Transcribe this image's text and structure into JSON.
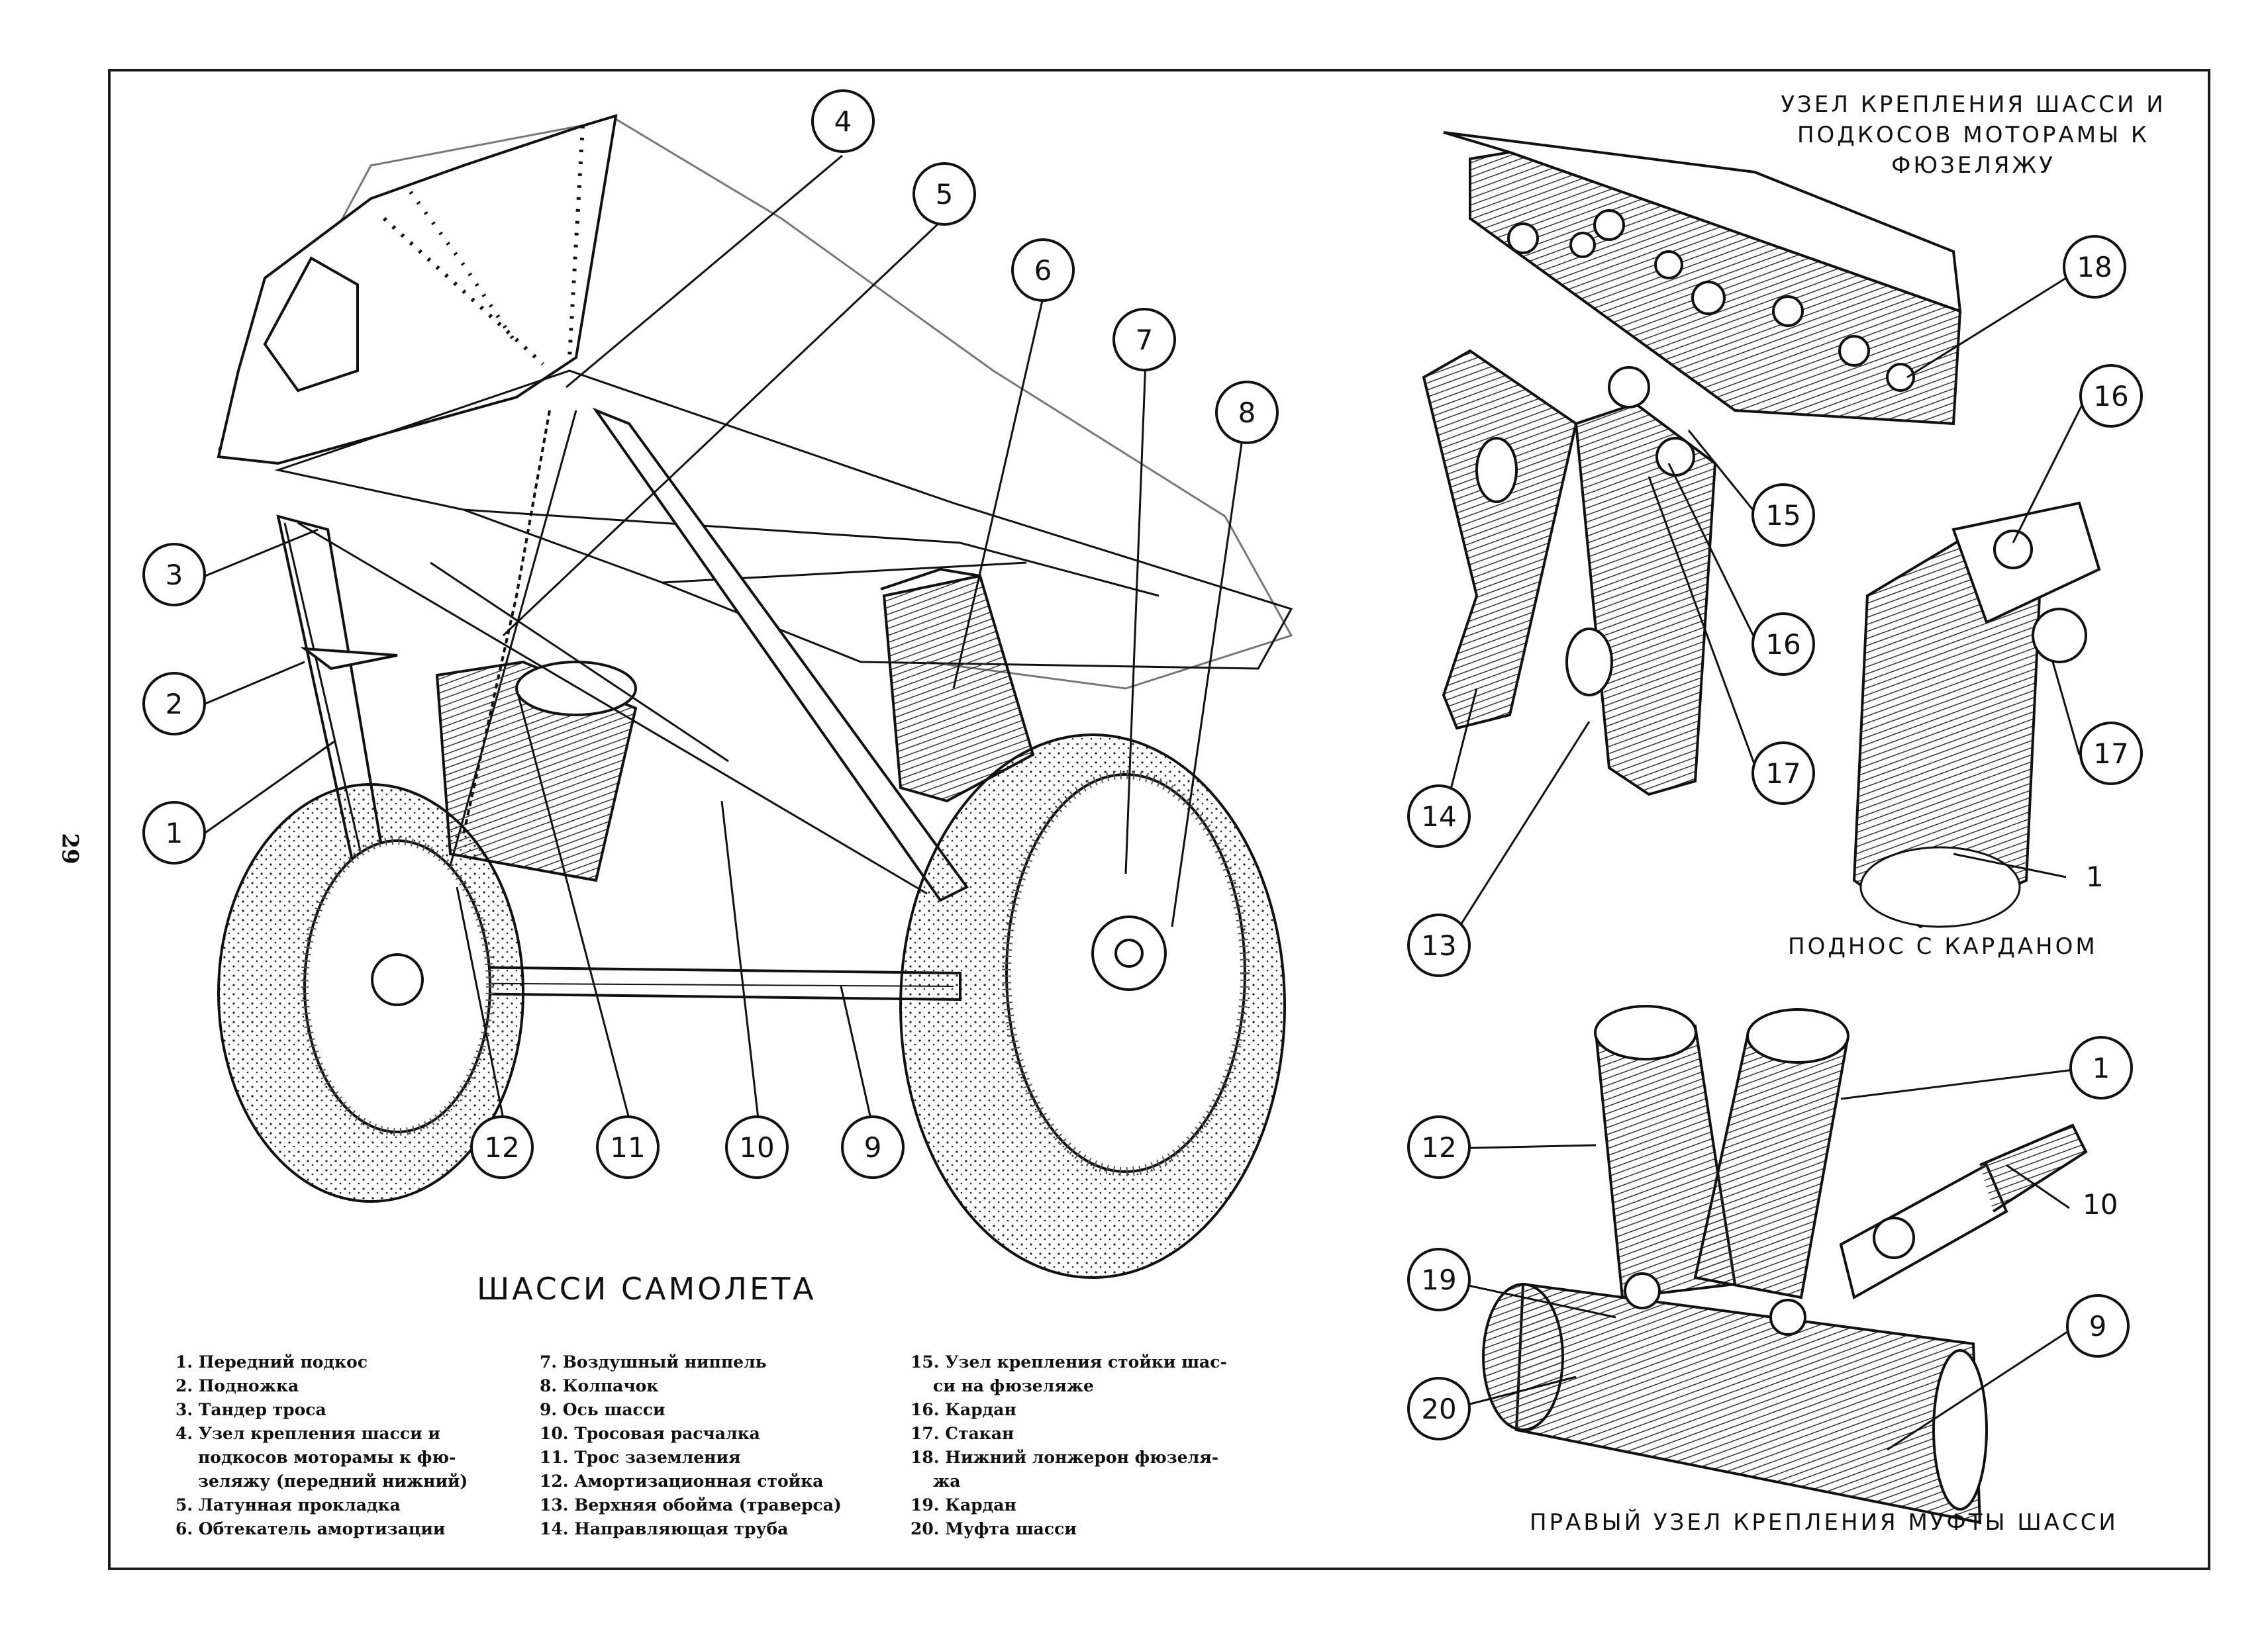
{
  "page_number": "29",
  "titles": {
    "main": "ШАССИ   САМОЛЕТА",
    "top_right": [
      "УЗЕЛ  КРЕПЛЕНИЯ   ШАССИ  И",
      "ПОДКОСОВ  МОТОРАМЫ  К",
      "ФЮЗЕЛЯЖУ"
    ],
    "middle_right": "ПОДНОС  С  КАРДАНОМ",
    "bottom_right": "ПРАВЫЙ  УЗЕЛ  КРЕПЛЕНИЯ  МУФТЫ  ШАССИ"
  },
  "callouts": {
    "main": [
      "4",
      "5",
      "6",
      "7",
      "8",
      "3",
      "2",
      "1",
      "12",
      "11",
      "10",
      "9"
    ],
    "top_right": [
      "18",
      "16",
      "15",
      "16",
      "17",
      "17",
      "14",
      "13",
      "1"
    ],
    "bottom_right": [
      "1",
      "12",
      "10",
      "19",
      "9",
      "20"
    ]
  },
  "legend": {
    "col1": [
      "1. Передний подкос",
      "2. Подножка",
      "3. Тандер троса",
      "4. Узел  крепления  шасси  и",
      "подкосов моторамы к фю-",
      "зеляжу (передний нижний)",
      "5. Латунная прокладка",
      "6. Обтекатель амортизации"
    ],
    "col2": [
      "7. Воздушный ниппель",
      "8. Колпачок",
      "9. Ось шасси",
      "10. Тросовая расчалка",
      "11. Трос заземления",
      "12. Амортизационная стойка",
      "13. Верхняя обойма (траверса)",
      "14.  Направляющая труба"
    ],
    "col3": [
      "15. Узел крепления стойки шас-",
      "си на фюзеляже",
      "16. Кардан",
      "17. Стакан",
      "18. Нижний лонжерон фюзеля-",
      "жа",
      "19. Кардан",
      "20. Муфта шасси"
    ]
  },
  "colors": {
    "ink": "#111111",
    "paper": "#ffffff",
    "hatch": "#555555"
  }
}
